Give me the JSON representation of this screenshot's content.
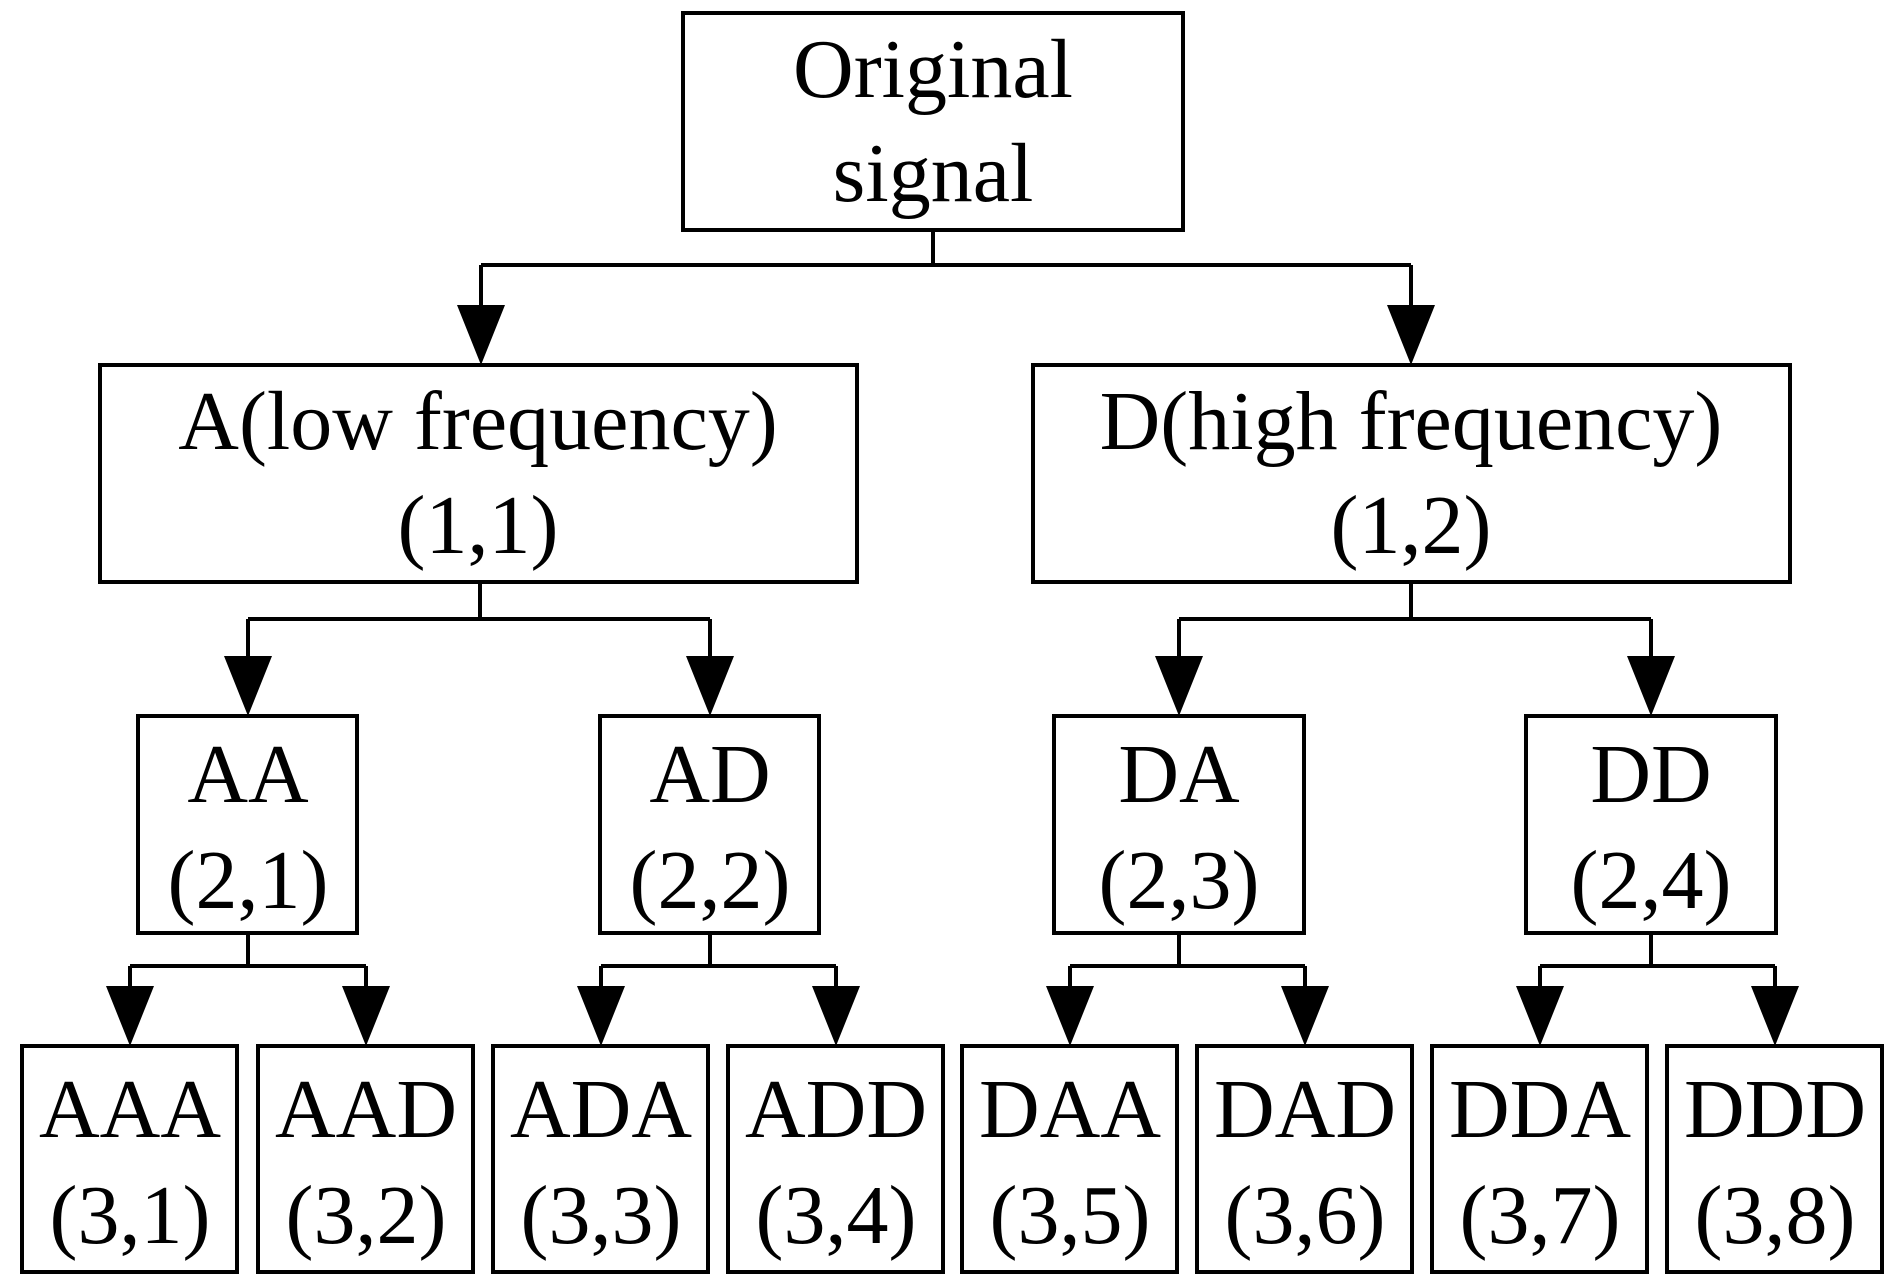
{
  "tree": {
    "root": {
      "line1": "Original",
      "line2": "signal"
    },
    "level1": [
      {
        "line1": "A(low frequency)",
        "line2": "(1,1)"
      },
      {
        "line1": "D(high frequency)",
        "line2": "(1,2)"
      }
    ],
    "level2": [
      {
        "line1": "AA",
        "line2": "(2,1)"
      },
      {
        "line1": "AD",
        "line2": "(2,2)"
      },
      {
        "line1": "DA",
        "line2": "(2,3)"
      },
      {
        "line1": "DD",
        "line2": "(2,4)"
      }
    ],
    "level3": [
      {
        "line1": "AAA",
        "line2": "(3,1)"
      },
      {
        "line1": "AAD",
        "line2": "(3,2)"
      },
      {
        "line1": "ADA",
        "line2": "(3,3)"
      },
      {
        "line1": "ADD",
        "line2": "(3,4)"
      },
      {
        "line1": "DAA",
        "line2": "(3,5)"
      },
      {
        "line1": "DAD",
        "line2": "(3,6)"
      },
      {
        "line1": "DDA",
        "line2": "(3,7)"
      },
      {
        "line1": "DDD",
        "line2": "(3,8)"
      }
    ]
  }
}
